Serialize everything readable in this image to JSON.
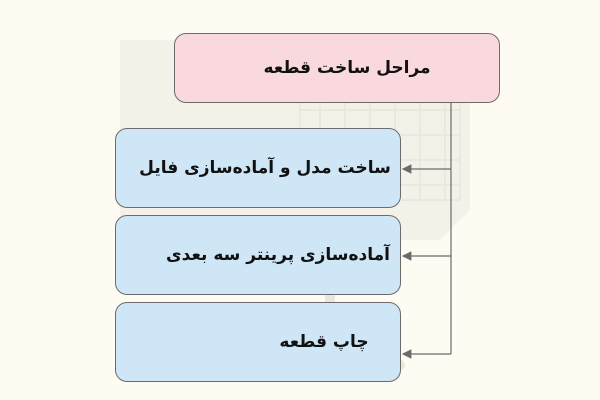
{
  "diagram": {
    "root": {
      "label": "مراحل ساخت قطعه"
    },
    "steps": [
      {
        "label": "ساخت مدل و آماده‌سازی فایل"
      },
      {
        "label": "آماده‌سازی پرینتر سه بعدی"
      },
      {
        "label": "چاپ قطعه"
      }
    ]
  },
  "colors": {
    "background": "#fdfbf2",
    "root_fill": "#f9d9de",
    "step_fill": "#cfe6f7",
    "border": "#6b6b6b",
    "connector": "#6b6b6b"
  }
}
